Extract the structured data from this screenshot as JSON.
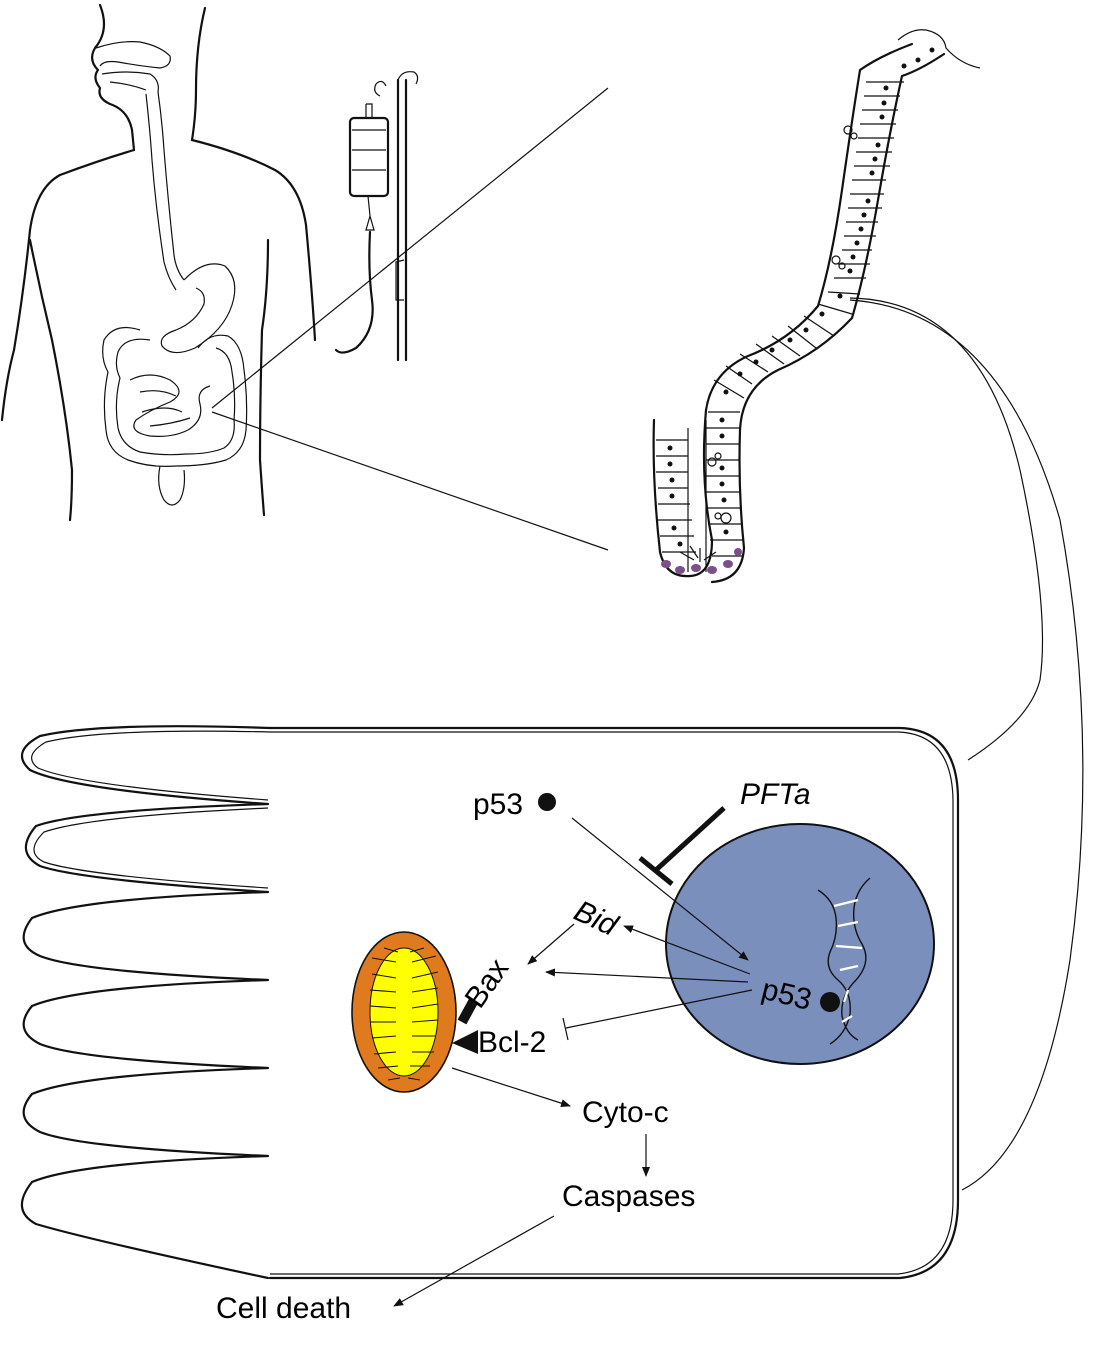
{
  "labels": {
    "p53_cytoplasm": "p53",
    "pfta": "PFTa",
    "bid": "Bid",
    "bax": "Bax",
    "bcl2": "Bcl-2",
    "p53_nucleus": "p53",
    "cyto_c": "Cyto-c",
    "caspases": "Caspases",
    "cell_death": "Cell death"
  },
  "colors": {
    "nucleus_fill": "#7b8fbd",
    "mitochondrion_outer": "#e07a1f",
    "mitochondrion_inner": "#ffff00",
    "dna_strand": "#ffffff",
    "crypt_cell_purple": "#7a4f8a"
  },
  "icons": {
    "human_body": "human-torso-digestive-tract-outline",
    "iv_drip": "iv-drip-bag-on-stand",
    "intestinal_villus": "villus-crypt-epithelium-icon",
    "mitochondrion": "mitochondrion-icon",
    "dna": "dna-double-helix-icon"
  }
}
